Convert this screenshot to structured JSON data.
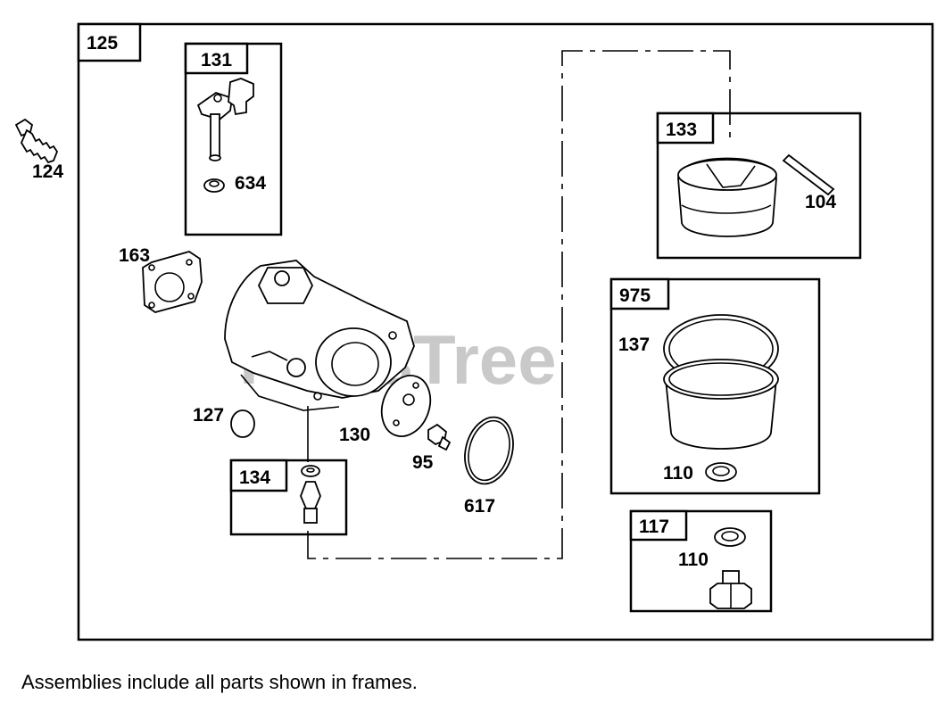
{
  "watermark": "PartsTree",
  "footer_note": "Assemblies include all parts shown in frames.",
  "frames": {
    "outer": "125",
    "a131": "131",
    "a133": "133",
    "a975": "975",
    "a134": "134",
    "a117": "117"
  },
  "callouts": {
    "p124": "124",
    "p634": "634",
    "p104": "104",
    "p163": "163",
    "p137": "137",
    "p127": "127",
    "p130": "130",
    "p95": "95",
    "p617": "617",
    "p110a": "110",
    "p110b": "110"
  }
}
